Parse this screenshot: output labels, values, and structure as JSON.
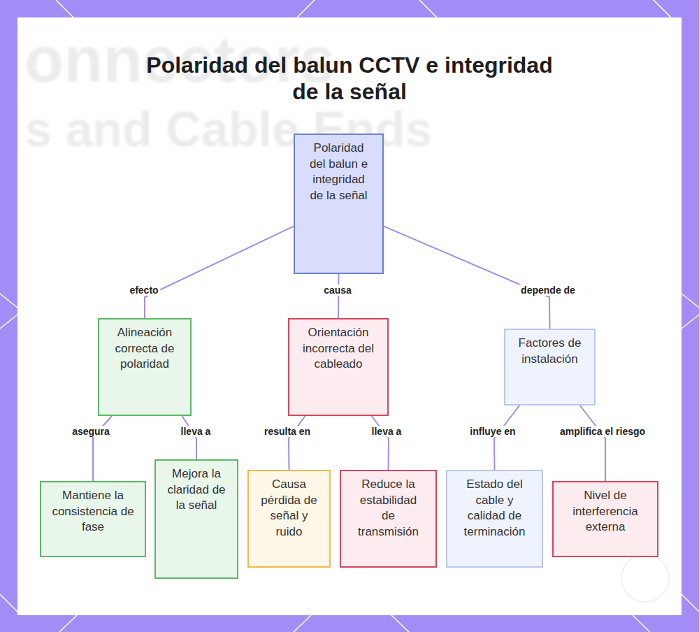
{
  "diagram": {
    "title": "Polaridad del balun CCTV e integridad de la señal",
    "nodes": [
      {
        "text": [
          "Polaridad del balun e integridad de la señal"
        ]
      },
      {
        "text": [
          "Alineación correcta de polaridad"
        ]
      },
      {
        "text": [
          "Orientación incorrecta del cableado"
        ]
      },
      {
        "text": [
          "Factores de instalación"
        ]
      },
      {
        "text": [
          "Mantiene la consistencia de fase"
        ]
      },
      {
        "text": [
          "Mejora la claridad de la señal"
        ]
      },
      {
        "text": [
          "Causa pérdida de señal y ruido"
        ]
      },
      {
        "text": [
          "Reduce la estabilidad de transmisión"
        ]
      },
      {
        "text": [
          "Estado del cable y calidad de terminación"
        ]
      },
      {
        "text": [
          "Nivel de interferencia externa"
        ]
      }
    ],
    "edges": [
      {
        "from": 0,
        "to": 1,
        "label": "efecto",
        "arrow": "none"
      },
      {
        "from": 0,
        "to": 2,
        "label": "causa",
        "arrow": "none"
      },
      {
        "from": 0,
        "to": 3,
        "label": "depende de",
        "arrow": "none"
      },
      {
        "from": 1,
        "to": 4,
        "label": "asegura",
        "arrow": "none"
      },
      {
        "from": 1,
        "to": 5,
        "label": "lleva a",
        "arrow": "none"
      },
      {
        "from": 2,
        "to": 6,
        "label": "resulta en",
        "arrow": "none"
      },
      {
        "from": 2,
        "to": 7,
        "label": "lleva a",
        "arrow": "none"
      },
      {
        "from": 3,
        "to": 8,
        "label": "influye en",
        "arrow": "none"
      },
      {
        "from": 3,
        "to": 9,
        "label": "amplifica el riesgo",
        "arrow": "none"
      }
    ],
    "labels": [
      "onnectors",
      "s and Cable Ends"
    ]
  }
}
